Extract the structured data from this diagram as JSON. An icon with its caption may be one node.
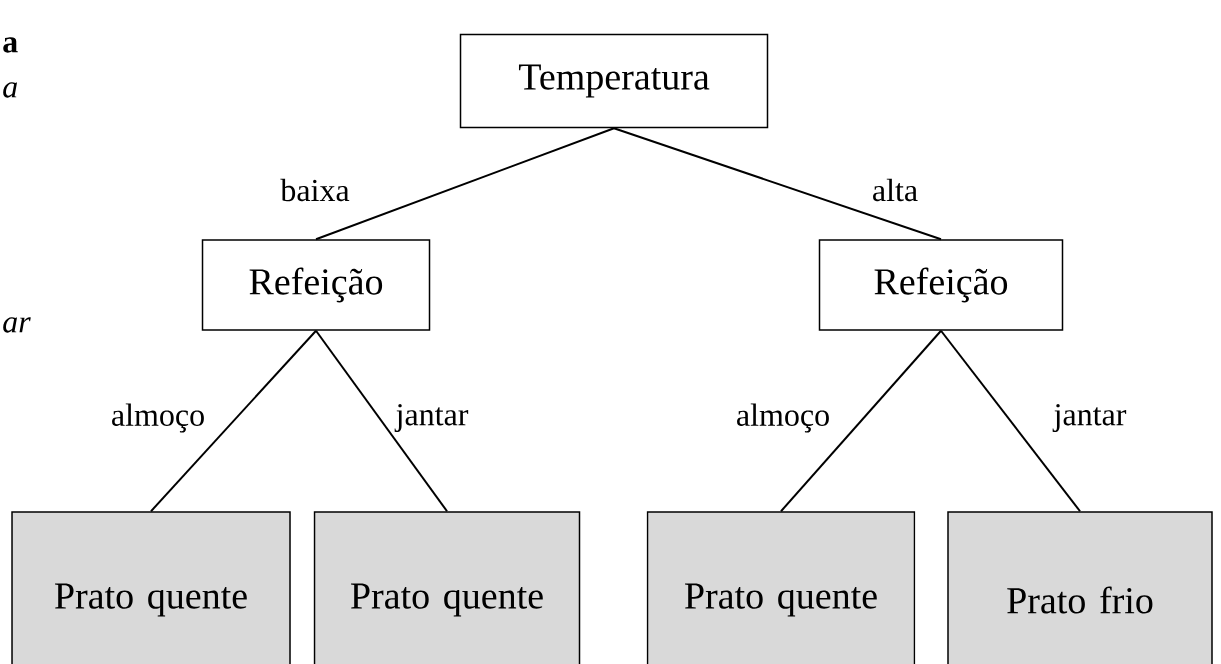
{
  "diagram": {
    "nodes": [
      {
        "text": [
          "Temperatura"
        ]
      },
      {
        "text": [
          "Refeição"
        ]
      },
      {
        "text": [
          "Refeição"
        ]
      },
      {
        "text": [
          "Prato quente"
        ]
      },
      {
        "text": [
          "Prato quente"
        ]
      },
      {
        "text": [
          "Prato quente"
        ]
      },
      {
        "text": [
          "Prato frio"
        ]
      }
    ],
    "edges": [
      {
        "from": 0,
        "to": 1,
        "arrow": "none",
        "label": "baixa"
      },
      {
        "from": 0,
        "to": 2,
        "arrow": "none",
        "label": "alta"
      },
      {
        "from": 1,
        "to": 3,
        "arrow": "none",
        "label": "almoço"
      },
      {
        "from": 1,
        "to": 4,
        "arrow": "none",
        "label": "jantar"
      },
      {
        "from": 2,
        "to": 5,
        "arrow": "none",
        "label": "almoço"
      },
      {
        "from": 2,
        "to": 6,
        "arrow": "none",
        "label": "jantar"
      }
    ],
    "labels": [
      "a",
      "a",
      "ar"
    ]
  }
}
